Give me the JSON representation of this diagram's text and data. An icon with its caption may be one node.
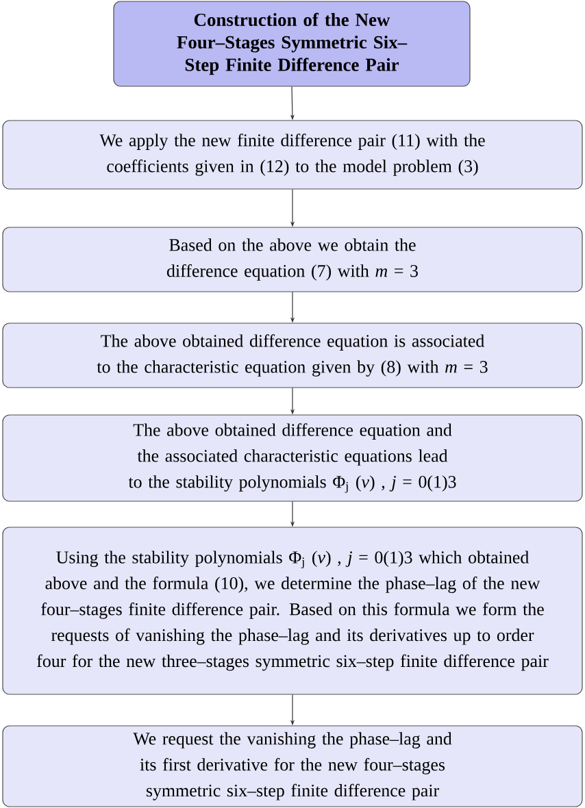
{
  "diagram": {
    "nodes": [
      {
        "text": [
          "Construction of the New Four–Stages Symmetric Six–Step Finite Difference Pair"
        ]
      },
      {
        "text": [
          "We apply the new finite difference pair (11) with the coefficients given in (12) to the model problem (3)"
        ]
      },
      {
        "text": [
          "Based on the above we obtain the difference equation (7) with *m* = 3"
        ]
      },
      {
        "text": [
          "The above obtained difference equation is associated to the characteristic equation given by (8) with *m* = 3"
        ]
      },
      {
        "text": [
          "The above obtained difference equation and the associated characteristic equations lead to the stability polynomials Φ$_{j}$ (*v*) , *j* = 0(1)3"
        ]
      },
      {
        "text": [
          "Using the stability polynomials Φ$_{j}$ (*v*) , *j* = 0(1)3 which obtained above and the formula (10), we determine the phase–lag of the new four–stages finite difference pair. Based on this formula we form the requests of vanishing the phase–lag and its derivatives up to order four for the new three–stages symmetric six–step finite difference pair"
        ]
      },
      {
        "text": [
          "We request the vanishing the phase–lag and its first derivative for the new four–stages symmetric six–step finite difference pair"
        ]
      }
    ],
    "edges": [
      {
        "from": 0,
        "to": 1,
        "arrow": "to"
      },
      {
        "from": 1,
        "to": 2,
        "arrow": "to"
      },
      {
        "from": 2,
        "to": 3,
        "arrow": "to"
      },
      {
        "from": 3,
        "to": 4,
        "arrow": "to"
      },
      {
        "from": 4,
        "to": 5,
        "arrow": "to"
      },
      {
        "from": 5,
        "to": 6,
        "arrow": "to"
      }
    ]
  }
}
